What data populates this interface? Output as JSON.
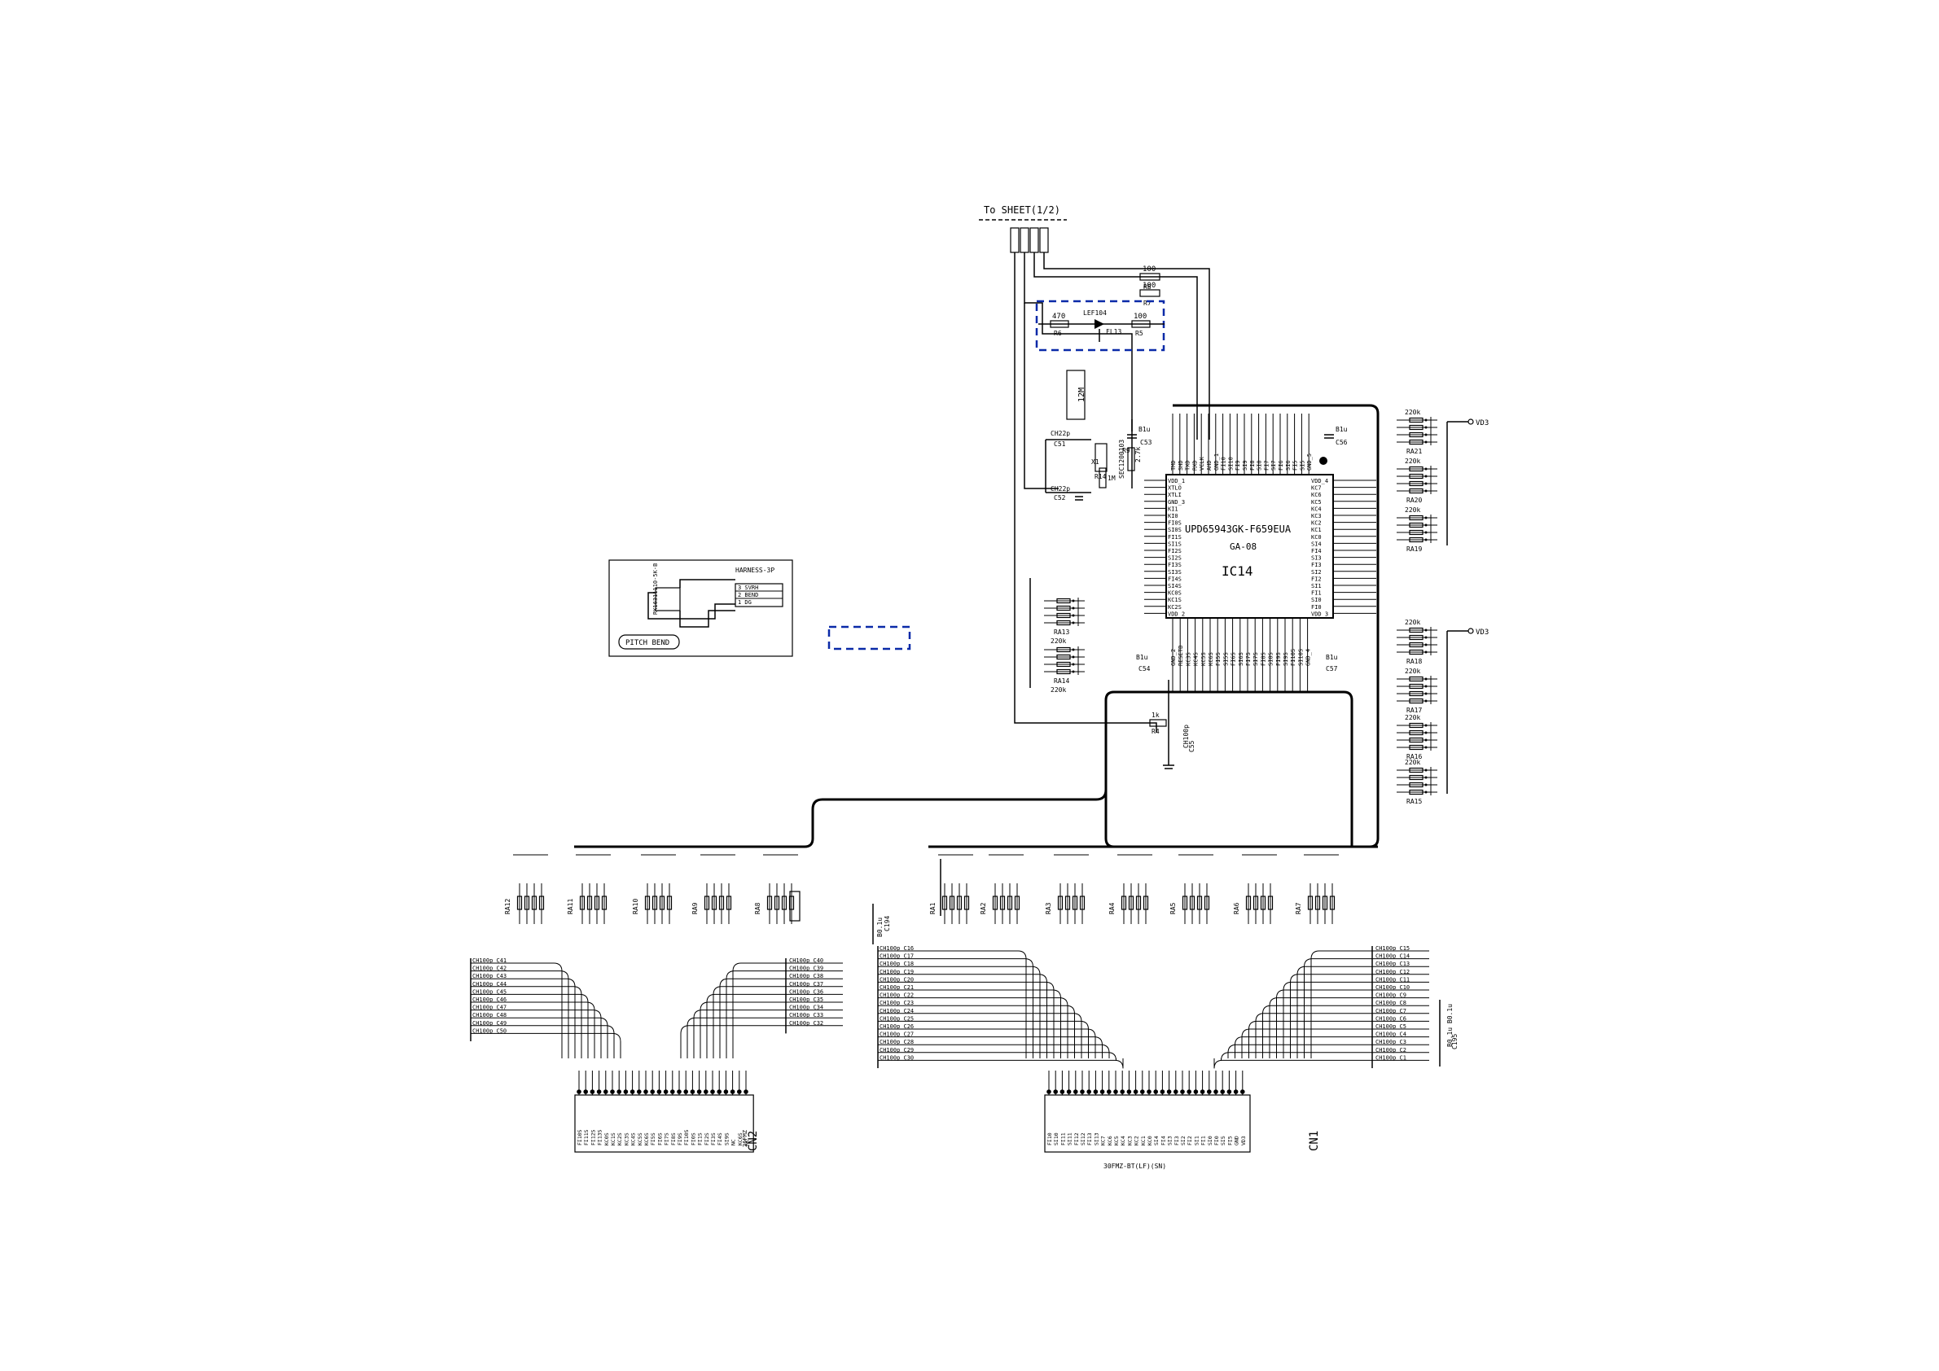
{
  "sheet_ref": "To SHEET(1/2)",
  "ic14": {
    "part": "UPD65943GK-F659EUA",
    "suffix": "GA-08",
    "ref": "IC14",
    "left_pins": [
      "VDD_1",
      "XTLO",
      "XTLI",
      "GND_3",
      "KI1",
      "KI0",
      "FI0S",
      "SI0S",
      "FI1S",
      "SI1S",
      "FI2S",
      "SI2S",
      "FI3S",
      "SI3S",
      "FI4S",
      "SI4S",
      "KC0S",
      "KC1S",
      "KC2S",
      "VDD_2"
    ],
    "right_pins": [
      "VDD_4",
      "KC7",
      "KC6",
      "KC5",
      "KC4",
      "KC3",
      "KC2",
      "KC1",
      "KC0",
      "SI4",
      "FI4",
      "SI3",
      "FI3",
      "SI2",
      "FI2",
      "SI1",
      "FI1",
      "SI0",
      "FI0",
      "VDD_3"
    ],
    "top_pins": [
      "TMD",
      "SHD",
      "TXD",
      "RXD",
      "VCLK",
      "AHD",
      "GND_1",
      "FI10",
      "SI10",
      "FI9",
      "SI9",
      "FI8",
      "SI8",
      "FI7",
      "SI7",
      "FI6",
      "SI6",
      "FI5",
      "SI5",
      "GND_5"
    ],
    "bottom_pins": [
      "GND_2",
      "RESETB",
      "KC3S",
      "KC4S",
      "KC5S",
      "KC6S",
      "FI5S",
      "SI5S",
      "FI6S",
      "SI6S",
      "FI7S",
      "SI7S",
      "FI8S",
      "SI8S",
      "FI9S",
      "SI9S",
      "FI10S",
      "SI10S",
      "GND_4"
    ]
  },
  "labels": {
    "xtal": "12M",
    "x1": "X1",
    "xtal_part": "SEC1200103",
    "c51": "CH22p",
    "c52": "CH22p",
    "c51_ref": "C51",
    "c52_ref": "C52",
    "c53": "B1u",
    "c53_ref": "C53",
    "c56": "B1u",
    "c56_ref": "C56",
    "c54": "B1u",
    "c54_ref": "C54",
    "c57": "B1u",
    "c57_ref": "C57",
    "c55": "CH100p",
    "c55_ref": "C55",
    "r_top1": "100",
    "r_top1_ref": "R8",
    "r_top2": "100",
    "r_top2_ref": "R7",
    "r_left": "470",
    "r_left_ref": "R6",
    "r_right": "100",
    "r_right_ref": "R5",
    "led": "LEF104",
    "led_ref": "FL13",
    "r9": "2.7k",
    "r9_ref": "R9",
    "r14": "1M",
    "r14_ref": "R14",
    "r4": "1k",
    "r4_ref": "R4",
    "vd3_right_1": "VD3",
    "vd3_right_2": "VD3",
    "pitch_bend": "PITCH BEND",
    "harness": "HARNESS-3P",
    "harness_pins": [
      "3 SVRH",
      "2 BEND",
      "1 DG"
    ],
    "pot_ref": "RK16311110-5K-B",
    "cn1_ref": "CN1",
    "cn1_part": "30FMZ-BT(LF)(SN)",
    "cn2_ref": "CN2",
    "cn2_part": "26FMZ",
    "c194": "B0.1u",
    "c194_ref": "C194",
    "c195": "B0.1u B0.1u",
    "c195_ref": "C195"
  },
  "ra_left": [
    {
      "ref": "RA13",
      "value": "220k"
    },
    {
      "ref": "RA14",
      "value": "220k"
    }
  ],
  "ra_right": [
    {
      "ref": "RA21",
      "value": "220k"
    },
    {
      "ref": "RA20",
      "value": "220k"
    },
    {
      "ref": "RA19",
      "value": "220k"
    },
    {
      "ref": "RA18",
      "value": "220k"
    },
    {
      "ref": "RA17",
      "value": "220k"
    },
    {
      "ref": "RA16",
      "value": "220k"
    },
    {
      "ref": "RA15",
      "value": "220k"
    }
  ],
  "ra_bottom_left": [
    "RA12",
    "RA11",
    "RA10",
    "RA9",
    "RA8"
  ],
  "ra_bottom_right": [
    "RA1",
    "RA2",
    "RA3",
    "RA4",
    "RA5",
    "RA6",
    "RA7"
  ],
  "caps_left_a": [
    "CH100p C41",
    "CH100p C42",
    "CH100p C43",
    "CH100p C44",
    "CH100p C45",
    "CH100p C46",
    "CH100p C47",
    "CH100p C48",
    "CH100p C49",
    "CH100p C50"
  ],
  "caps_left_b": [
    "CH100p C40",
    "CH100p C39",
    "CH100p C38",
    "CH100p C37",
    "CH100p C36",
    "CH100p C35",
    "CH100p C34",
    "CH100p C33",
    "CH100p C32"
  ],
  "caps_mid": [
    "CH100p C16",
    "CH100p C17",
    "CH100p C18",
    "CH100p C19",
    "CH100p C20",
    "CH100p C21",
    "CH100p C22",
    "CH100p C23",
    "CH100p C24",
    "CH100p C25",
    "CH100p C26",
    "CH100p C27",
    "CH100p C28",
    "CH100p C29",
    "CH100p C30"
  ],
  "caps_right": [
    "CH100p C15",
    "CH100p C14",
    "CH100p C13",
    "CH100p C12",
    "CH100p C11",
    "CH100p C10",
    "CH100p C9",
    "CH100p C8",
    "CH100p C7",
    "CH100p C6",
    "CH100p C5",
    "CH100p C4",
    "CH100p C3",
    "CH100p C2",
    "CH100p C1"
  ],
  "cn2_pins": [
    "FI10S",
    "FI11S",
    "FI12S",
    "FI13S",
    "KC0S",
    "KC1S",
    "KC2S",
    "KC3S",
    "KC4S",
    "KC5S",
    "KC6S",
    "FI5S",
    "FI6S",
    "FI7S",
    "FI8S",
    "FI9S",
    "FI10S",
    "FI0S",
    "FI1S",
    "FI2S",
    "FI3S",
    "FI4S",
    "SI9S",
    "NC",
    "KC6S",
    "NC"
  ],
  "cn1_pins": [
    "FI10",
    "SI10",
    "FI11",
    "SI11",
    "FI12",
    "SI12",
    "FI13",
    "SI13",
    "KC7",
    "KC6",
    "KC5",
    "KC4",
    "KC3",
    "KC2",
    "KC1",
    "KC0",
    "SI4",
    "FI4",
    "SI3",
    "FI3",
    "SI2",
    "FI2",
    "SI1",
    "FI1",
    "SI0",
    "FI0",
    "SI5",
    "FI5",
    "GND",
    "VD3"
  ]
}
